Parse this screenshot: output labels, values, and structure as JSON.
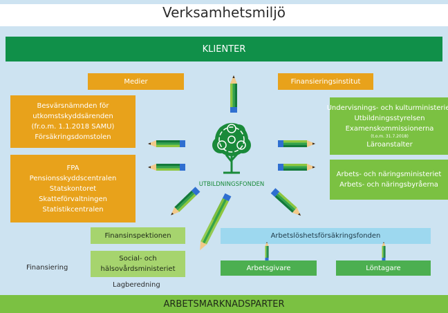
{
  "title": "Verksamhetsmiljö",
  "top_bar": "KLIENTER",
  "bottom_bar": "ARBETSMARKNADSPARTER",
  "center": {
    "label": "UTBILDNINGSFONDEN"
  },
  "boxes": {
    "medier": "Medier",
    "finansieringsinstitut": "Finansieringsinstitut",
    "besvar": [
      "Besvärsnämnden för",
      "utkomstskyddsärenden",
      "(fr.o.m. 1.1.2018 SAMU)",
      "Försäkringsdomstolen"
    ],
    "fpa": [
      "FPA",
      "Pensionsskyddscentralen",
      "Statskontoret",
      "Skatteförvaltningen",
      "Statistikcentralen"
    ],
    "undervisning": [
      "Undervisnings- och kulturministeriet",
      "Utbildningsstyrelsen",
      "Examenskommissionerna"
    ],
    "undervisning_note": "(t.o.m. 31.7.2018)",
    "laroanstalter": "Läroanstalter",
    "arbets": [
      "Arbets- och näringsministeriet",
      "Arbets- och näringsbyråerna"
    ],
    "finansinspektionen": "Finansinspektionen",
    "social": [
      "Social- och",
      "hälsovårdsministeriet"
    ],
    "arbetsloshet": "Arbetslöshetsförsäkringsfonden",
    "arbetsgivare": "Arbetsgivare",
    "lontagare": "Löntagare"
  },
  "labels": {
    "finansiering": "Finansiering",
    "lagberedning": "Lagberedning"
  },
  "colors": {
    "dark_green": "#109049",
    "green": "#7bc142",
    "orange": "#e8a21b",
    "light_blue": "#9dd8ef",
    "background": "#cde3f1"
  },
  "icons": [
    "tree-icon",
    "pencil-arrow-icon"
  ]
}
